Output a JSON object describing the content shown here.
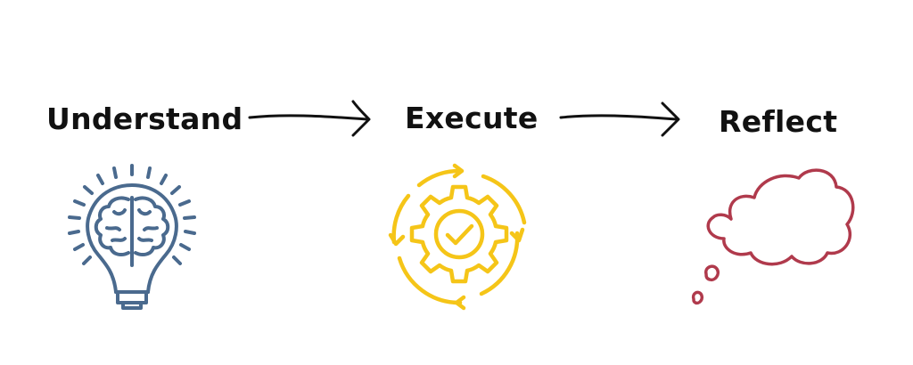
{
  "steps": [
    {
      "label": "Understand",
      "icon": "lightbulb-brain-icon"
    },
    {
      "label": "Execute",
      "icon": "gear-check-cycle-icon"
    },
    {
      "label": "Reflect",
      "icon": "thought-bubble-icon"
    }
  ],
  "colors": {
    "text": "#111111",
    "arrow": "#111111",
    "understand_icon": "#4a6a8e",
    "execute_icon": "#f5c518",
    "reflect_icon": "#b03a4c"
  }
}
